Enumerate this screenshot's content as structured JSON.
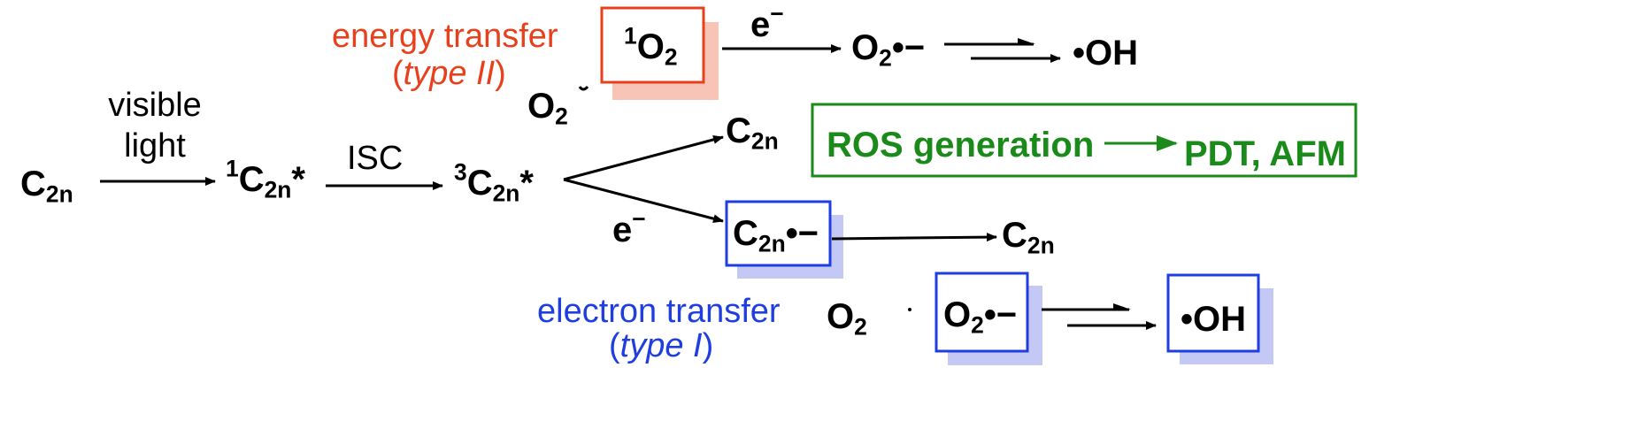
{
  "species": {
    "c2n": "C",
    "c2n_sub": "2n",
    "singlet_prefix": "1",
    "triplet_prefix": "3",
    "star": "*",
    "o2": "O",
    "o2_sub": "2",
    "singlet_o2_prefix": "1",
    "superoxide_suffix": "•−",
    "hydroxyl": "•OH",
    "electron": "e",
    "electron_sup": "−",
    "radical_anion_suffix": "•−"
  },
  "labels": {
    "visible": "visible",
    "light": "light",
    "isc": "ISC",
    "energy_transfer": "energy transfer",
    "type_ii_open": "(",
    "type_ii": "type II",
    "type_ii_close": ")",
    "electron_transfer": "electron transfer",
    "type_i_open": "(",
    "type_i": "type I",
    "type_i_close": ")"
  },
  "ros_box": {
    "left": "ROS generation",
    "right": "PDT, AFM"
  },
  "colors": {
    "red": "#e8401c",
    "red_shadow": "#f9c4b8",
    "blue": "#1f3ee0",
    "blue_shadow": "#c3c8f4",
    "green": "#1a8a1a",
    "black": "#000000"
  }
}
